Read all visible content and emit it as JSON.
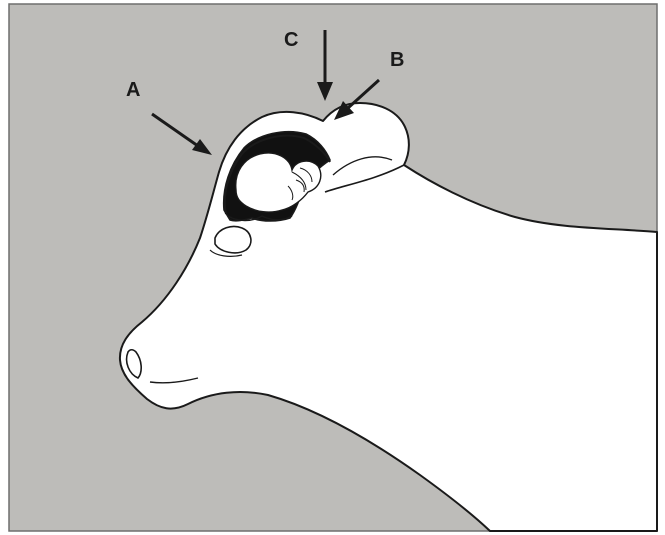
{
  "diagram": {
    "labels": {
      "a": "A",
      "b": "B",
      "c": "C"
    },
    "colors": {
      "background": "#bdbcb9",
      "head_fill": "#ffffff",
      "outline": "#1a1a1a",
      "arrow": "#1a1a1a",
      "border": "#6e6e6e"
    }
  }
}
